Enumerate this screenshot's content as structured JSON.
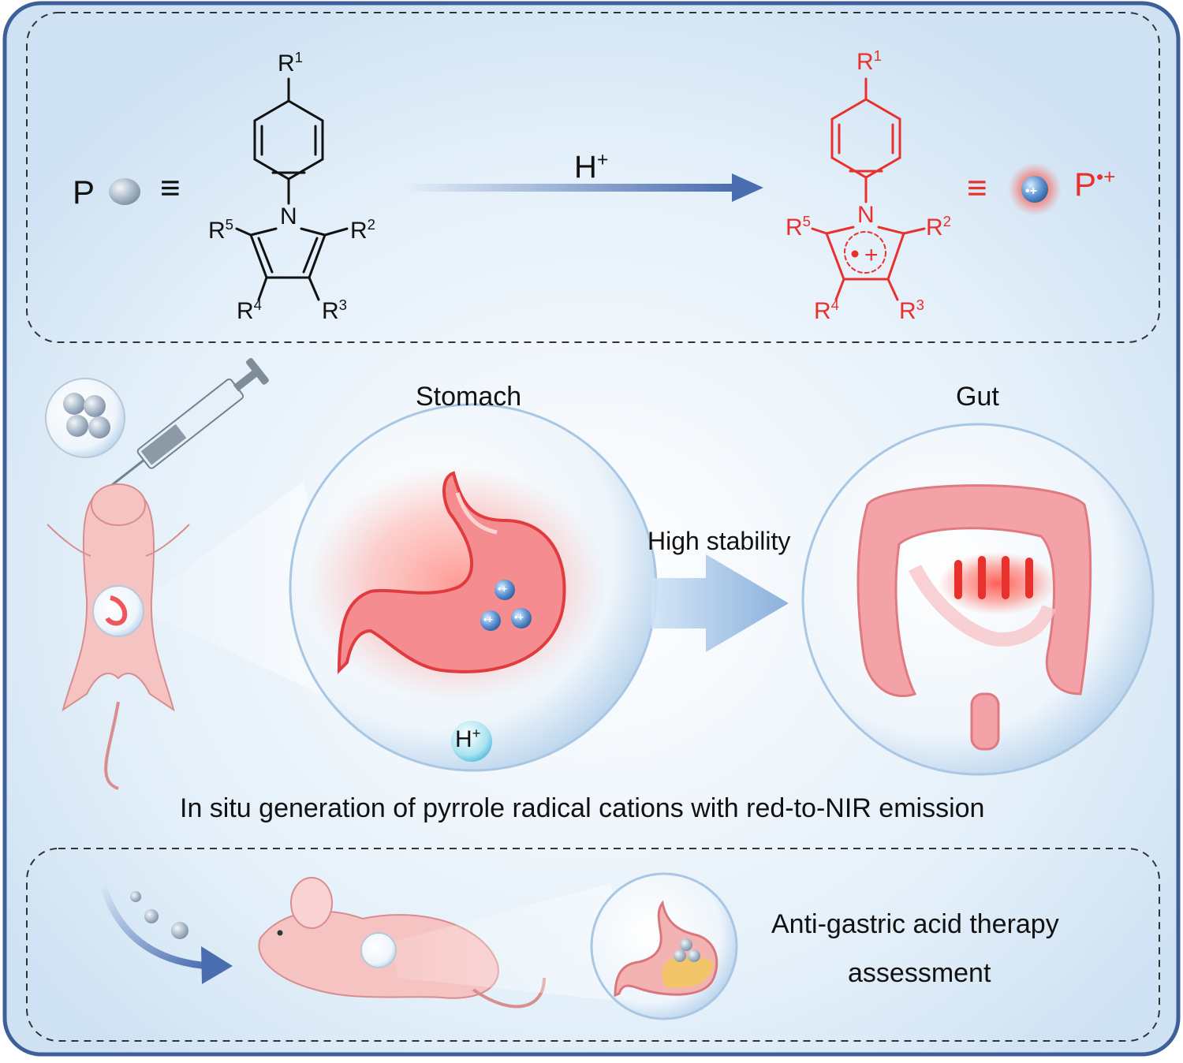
{
  "reaction": {
    "reactant_symbol": "P",
    "equiv_symbol": "≡",
    "arrow_label": "H",
    "arrow_label_sup": "+",
    "product_symbol": "P",
    "product_sup": "•+",
    "substituents": {
      "r1": "R",
      "r1_sup": "1",
      "r2": "R",
      "r2_sup": "2",
      "r3": "R",
      "r3_sup": "3",
      "r4": "R",
      "r4_sup": "4",
      "r5": "R",
      "r5_sup": "5",
      "n": "N"
    }
  },
  "stages": {
    "stomach_label": "Stomach",
    "gut_label": "Gut",
    "transition_label": "High stability",
    "acid_bubble": "H",
    "acid_bubble_sup": "+",
    "radical_mark": "•+"
  },
  "caption": "In situ generation of pyrrole radical cations with red-to-NIR emission",
  "therapy": {
    "label_line1": "Anti-gastric acid therapy",
    "label_line2": "assessment"
  },
  "colors": {
    "frame_border": "#3f5f98",
    "panel_fill": "#dcebf8",
    "reactant_text": "#111111",
    "product_red": "#e8312d",
    "arrow_blue": "#4a6db0",
    "stomach_red": "#f0555a",
    "particle_blue": "#6f9fd6",
    "mouse_pink": "#f6c3c3"
  },
  "icons": {
    "syringe": "syringe-icon",
    "mouse": "mouse-icon",
    "stomach": "stomach-icon",
    "intestine": "intestine-icon",
    "nanoparticle": "nanoparticle-icon"
  }
}
